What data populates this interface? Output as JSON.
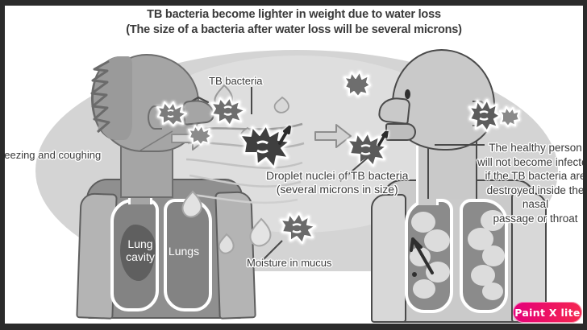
{
  "diagram": {
    "title": {
      "line1": "TB bacteria become lighter in weight due to water loss",
      "line2": "(The size of a bacteria after water loss will be several microns)"
    },
    "labels": {
      "sneezing": "neezing and coughing",
      "tb_bacteria": "TB bacteria",
      "droplet_nuclei_line1": "Droplet nuclei of TB bacteria",
      "droplet_nuclei_line2": "(several microns in size)",
      "moisture": "Moisture in mucus",
      "lung_cavity": "Lung cavity",
      "lungs": "Lungs",
      "healthy_line1": "The healthy person",
      "healthy_line2": "will not become infected",
      "healthy_line3": "if the TB bacteria are",
      "healthy_line4": "destroyed inside the nasal",
      "healthy_line5": "passage or throat"
    },
    "figures": {
      "left_person": "infected-person-sneezing",
      "right_person": "healthy-person"
    },
    "colors": {
      "border": "#2b2b2b",
      "background": "#ffffff",
      "backdrop_ellipse": "#d4d4d4",
      "backdrop_ellipse_inner": "#dedede",
      "left_figure_skin": "#a5a5a5",
      "left_figure_body": "#8f8f8f",
      "right_figure_skin": "#c9c9c9",
      "right_figure_body": "#cacaca",
      "lung_fill": "#838383",
      "lung_cavity": "#5f5f5f",
      "alveoli": "#dcdcdc",
      "germ_dark": "#4f4f4f",
      "germ_mid": "#7c7c7c",
      "text": "#3a3a3a",
      "watermark_start": "#e3007c",
      "watermark_end": "#f6294f"
    }
  },
  "watermark": {
    "text": "Paint X lite"
  }
}
